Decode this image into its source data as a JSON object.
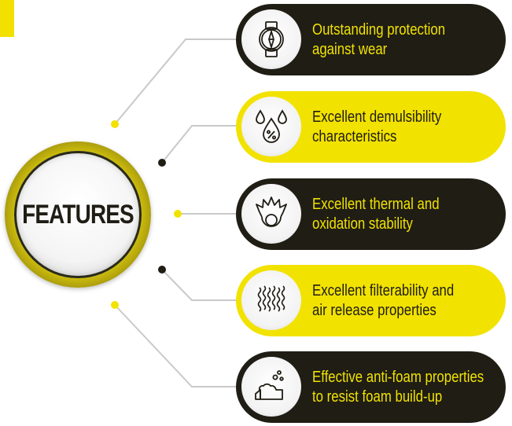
{
  "hub": {
    "title": "FEATURES"
  },
  "colors": {
    "accent_yellow": "#f2e200",
    "dark": "#1f1d14",
    "line_gray": "#c9c9c9"
  },
  "features": [
    {
      "label": "Outstanding protection\nagainst wear",
      "icon": "watch-icon",
      "style": "dark"
    },
    {
      "label": "Excellent demulsibility\ncharacteristics",
      "icon": "water-drops-percent-icon",
      "style": "light"
    },
    {
      "label": "Excellent thermal and\noxidation stability",
      "icon": "flame-icon",
      "style": "dark"
    },
    {
      "label": "Excellent filterability and\nair release properties",
      "icon": "wavy-lines-icon",
      "style": "light"
    },
    {
      "label": "Effective anti-foam properties\nto resist foam build-up",
      "icon": "foam-tub-icon",
      "style": "dark"
    }
  ]
}
